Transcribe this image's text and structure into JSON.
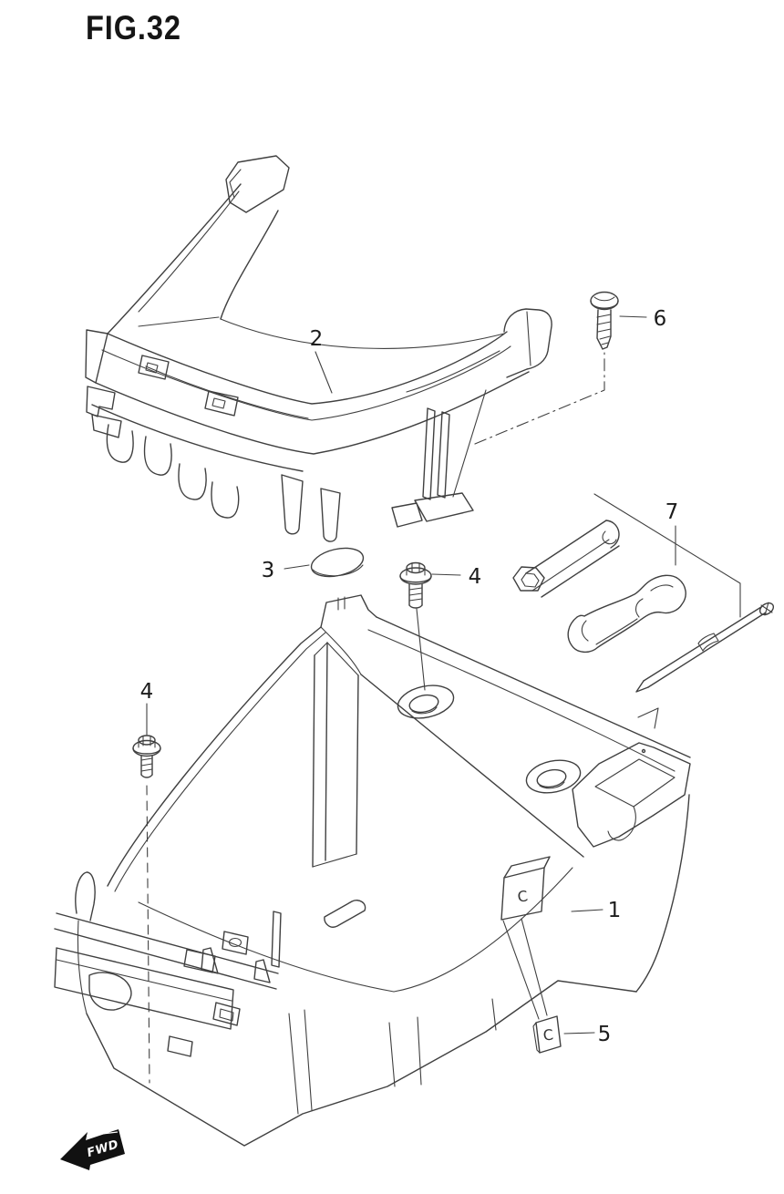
{
  "figure": {
    "title": "FIG.32"
  },
  "callouts": {
    "part1": "1",
    "part2": "2",
    "part3": "3",
    "part4_upper": "4",
    "part4_lower": "4",
    "part5": "5",
    "part6": "6",
    "part7": "7"
  },
  "marks": {
    "box_clip_position": "C",
    "clip_face": "C"
  },
  "direction_indicator": {
    "label": "FWD"
  },
  "colors": {
    "line": "#404040",
    "label_text": "#1c1c1c",
    "background": "#ffffff",
    "fwd_fill": "#111111"
  }
}
